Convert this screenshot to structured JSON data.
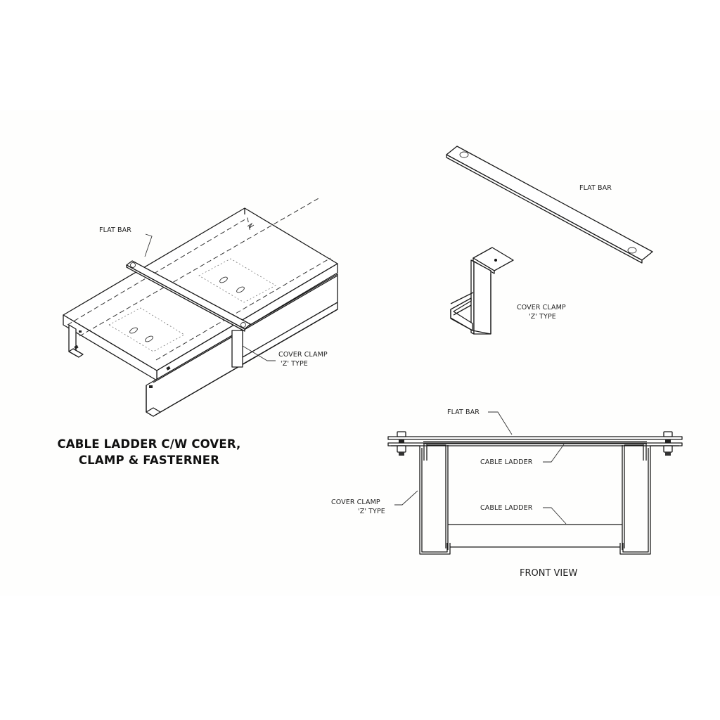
{
  "title": {
    "line1": "CABLE LADDER C/W COVER,",
    "line2": "CLAMP & FASTERNER"
  },
  "isometric_view": {
    "labels": {
      "flat_bar": "FLAT BAR",
      "cover_clamp_line1": "COVER CLAMP",
      "cover_clamp_line2": "'Z' TYPE"
    }
  },
  "parts_view": {
    "labels": {
      "flat_bar": "FLAT BAR",
      "cover_clamp_line1": "COVER CLAMP",
      "cover_clamp_line2": "'Z' TYPE"
    }
  },
  "front_view": {
    "caption": "FRONT VIEW",
    "labels": {
      "flat_bar": "FLAT BAR",
      "cable_ladder_top": "CABLE LADDER",
      "cable_ladder_bottom": "CABLE LADDER",
      "cover_clamp_line1": "COVER CLAMP",
      "cover_clamp_line2": "'Z' TYPE"
    }
  }
}
